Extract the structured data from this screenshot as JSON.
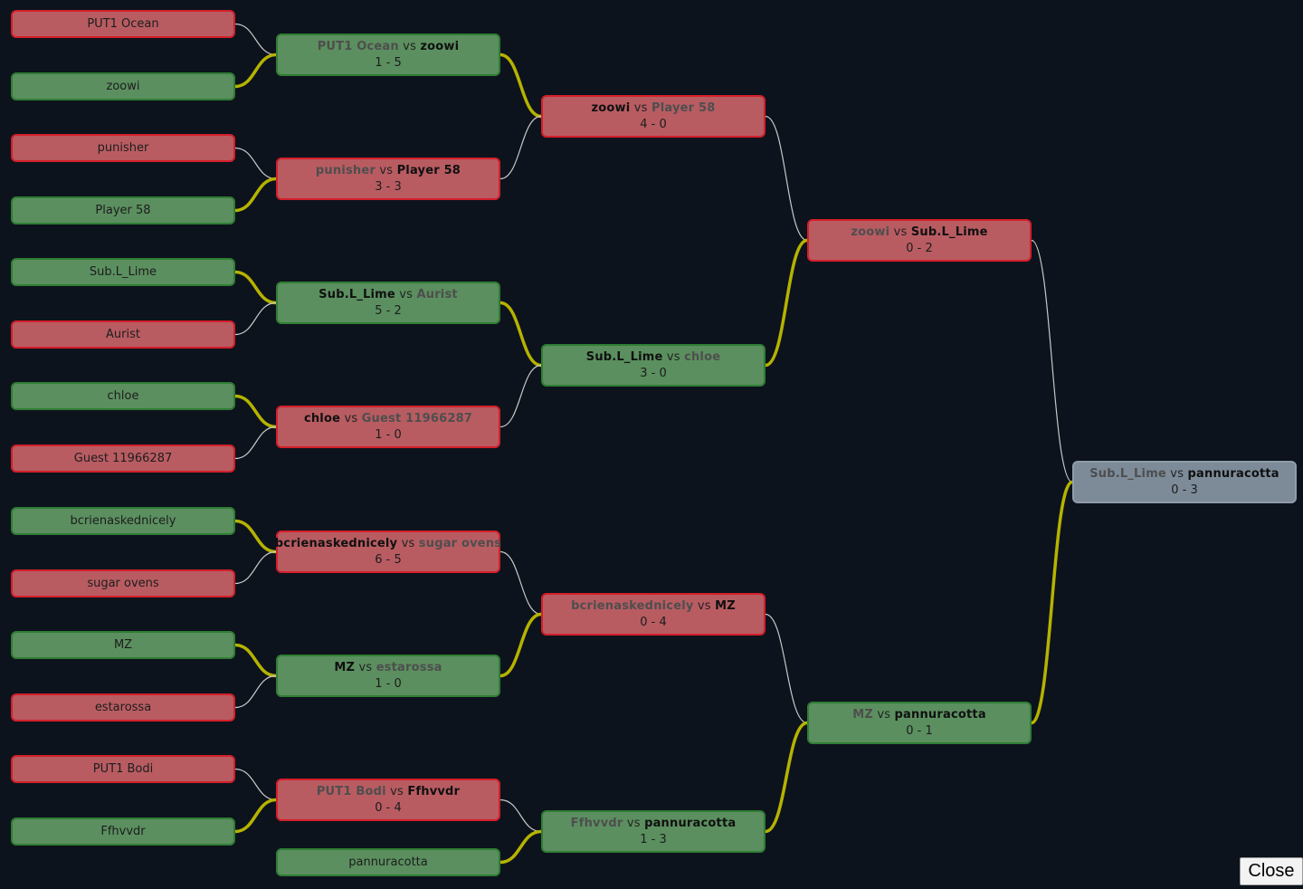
{
  "close_label": "Close",
  "teams": [
    {
      "name": "PUT1 Ocean",
      "result": "loss"
    },
    {
      "name": "zoowi",
      "result": "win"
    },
    {
      "name": "punisher",
      "result": "loss"
    },
    {
      "name": "Player 58",
      "result": "win"
    },
    {
      "name": "Sub.L_Lime",
      "result": "win"
    },
    {
      "name": "Aurist",
      "result": "loss"
    },
    {
      "name": "chloe",
      "result": "win"
    },
    {
      "name": "Guest 11966287",
      "result": "loss"
    },
    {
      "name": "bcrienaskednicely",
      "result": "win"
    },
    {
      "name": "sugar ovens",
      "result": "loss"
    },
    {
      "name": "MZ",
      "result": "win"
    },
    {
      "name": "estarossa",
      "result": "loss"
    },
    {
      "name": "PUT1 Bodi",
      "result": "loss"
    },
    {
      "name": "Ffhvvdr",
      "result": "win"
    },
    {
      "name": "pannuracotta",
      "result": "win"
    }
  ],
  "vs_label": "vs",
  "matches": [
    {
      "p1": "PUT1 Ocean",
      "p2": "zoowi",
      "score": "1 - 5",
      "winner": 2,
      "status": "win"
    },
    {
      "p1": "punisher",
      "p2": "Player 58",
      "score": "3 - 3",
      "winner": 2,
      "status": "loss"
    },
    {
      "p1": "Sub.L_Lime",
      "p2": "Aurist",
      "score": "5 - 2",
      "winner": 1,
      "status": "win"
    },
    {
      "p1": "chloe",
      "p2": "Guest 11966287",
      "score": "1 - 0",
      "winner": 1,
      "status": "loss"
    },
    {
      "p1": "bcrienaskednicely",
      "p2": "sugar ovens",
      "score": "6 - 5",
      "winner": 1,
      "status": "loss"
    },
    {
      "p1": "MZ",
      "p2": "estarossa",
      "score": "1 - 0",
      "winner": 1,
      "status": "win"
    },
    {
      "p1": "PUT1 Bodi",
      "p2": "Ffhvvdr",
      "score": "0 - 4",
      "winner": 2,
      "status": "loss"
    },
    {
      "p1": "zoowi",
      "p2": "Player 58",
      "score": "4 - 0",
      "winner": 1,
      "status": "loss"
    },
    {
      "p1": "Sub.L_Lime",
      "p2": "chloe",
      "score": "3 - 0",
      "winner": 1,
      "status": "win"
    },
    {
      "p1": "bcrienaskednicely",
      "p2": "MZ",
      "score": "0 - 4",
      "winner": 2,
      "status": "loss"
    },
    {
      "p1": "Ffhvvdr",
      "p2": "pannuracotta",
      "score": "1 - 3",
      "winner": 2,
      "status": "win"
    },
    {
      "p1": "zoowi",
      "p2": "Sub.L_Lime",
      "score": "0 - 2",
      "winner": 2,
      "status": "loss"
    },
    {
      "p1": "MZ",
      "p2": "pannuracotta",
      "score": "0 - 1",
      "winner": 2,
      "status": "win"
    },
    {
      "p1": "Sub.L_Lime",
      "p2": "pannuracotta",
      "score": "0 - 3",
      "winner": 2,
      "status": "pending"
    }
  ],
  "colors": {
    "background": "#0d131c",
    "win_fill": "#5b8f5f",
    "loss_fill": "#b85c62",
    "pending_fill": "#7d8b99",
    "winner_link": "#b5b300",
    "loser_link": "#c8c8c8"
  }
}
